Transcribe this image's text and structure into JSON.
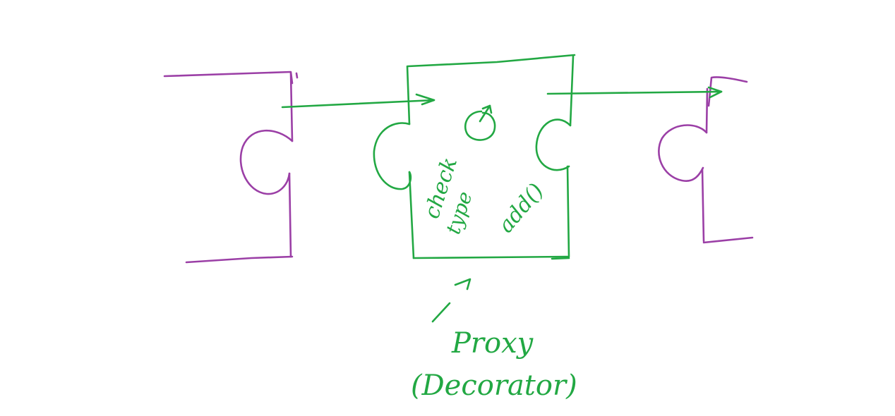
{
  "colors": {
    "background": "#ffffff",
    "left_piece": "#9b3fa6",
    "right_piece": "#9b3fa6",
    "proxy_piece": "#22a843"
  },
  "proxy_box": {
    "inner_label_line1": "check",
    "inner_label_line2": "type",
    "inner_label_line3": "add()",
    "caption_line1": "Proxy",
    "caption_line2": "(Decorator)"
  }
}
